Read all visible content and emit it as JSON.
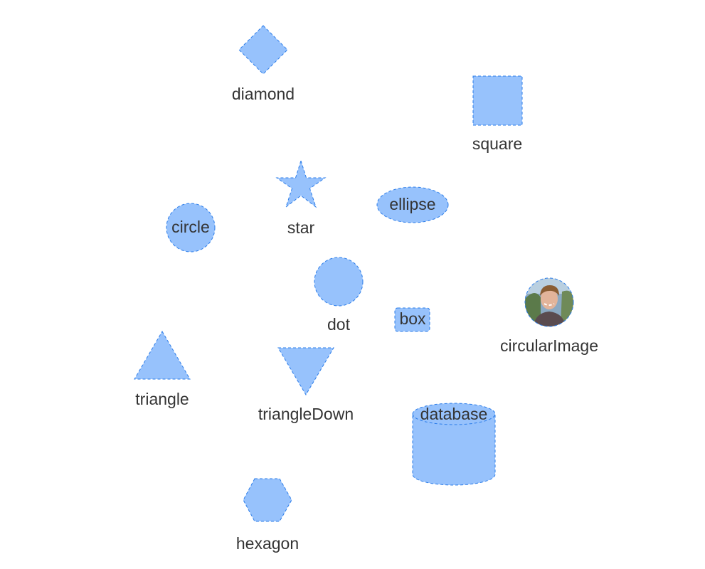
{
  "colors": {
    "fill": "#97c2fc",
    "stroke": "#2b7ce9",
    "label": "#343434",
    "background": "#ffffff"
  },
  "nodes": {
    "diamond": {
      "label": "diamond",
      "shape": "diamond"
    },
    "square": {
      "label": "square",
      "shape": "square"
    },
    "star": {
      "label": "star",
      "shape": "star"
    },
    "ellipse": {
      "label": "ellipse",
      "shape": "ellipse"
    },
    "circle": {
      "label": "circle",
      "shape": "circle"
    },
    "dot": {
      "label": "dot",
      "shape": "dot"
    },
    "box": {
      "label": "box",
      "shape": "box"
    },
    "circularImage": {
      "label": "circularImage",
      "shape": "circularImage"
    },
    "triangle": {
      "label": "triangle",
      "shape": "triangle"
    },
    "triangleDown": {
      "label": "triangleDown",
      "shape": "triangleDown"
    },
    "database": {
      "label": "database",
      "shape": "database"
    },
    "hexagon": {
      "label": "hexagon",
      "shape": "hexagon"
    }
  }
}
